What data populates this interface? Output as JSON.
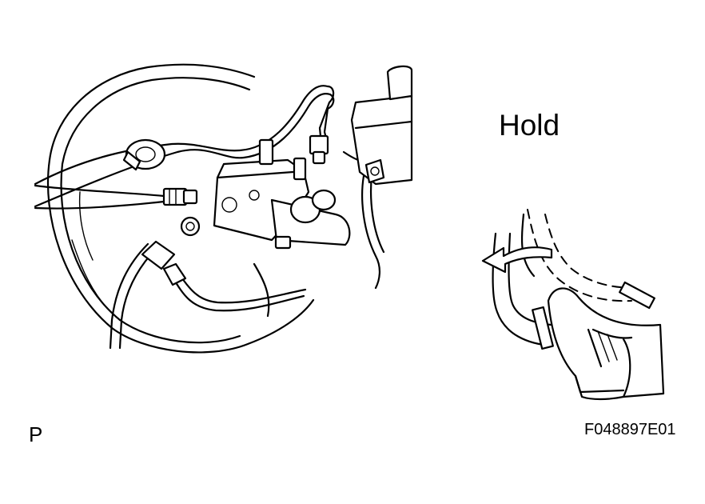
{
  "diagram": {
    "action_label": "Hold",
    "corner_label": "P",
    "figure_id": "F048897E01"
  },
  "icons": {
    "master_cylinder": "brake-master-cylinder-illustration",
    "pedal": "brake-pedal-foot-illustration",
    "arrow": "curved-arrow-left-icon"
  },
  "colors": {
    "ink": "#000000",
    "background": "#ffffff"
  }
}
